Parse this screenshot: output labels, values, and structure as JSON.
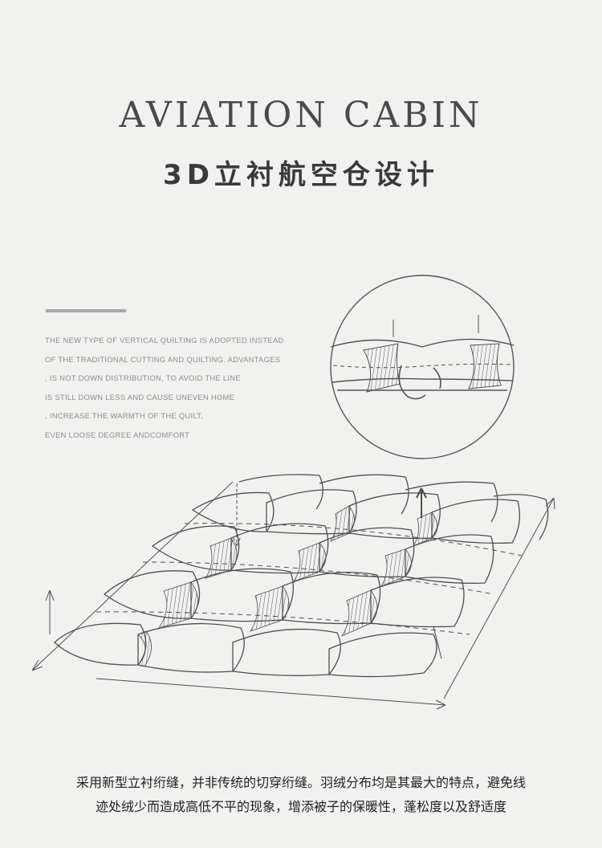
{
  "header": {
    "title_en": "AVIATION CABIN",
    "title_cn": "3D立衬航空仓设计"
  },
  "description": {
    "lines": [
      "THE NEW TYPE OF VERTICAL QUILTING IS ADOPTED INSTEAD",
      "OF THE TRADITIONAL CUTTING AND QUILTING. ADVANTAGES",
      ", IS NOT DOWN DISTRIBUTION, TO AVOID THE LINE",
      "IS STILL DOWN LESS AND CAUSE UNEVEN HOME",
      ", INCREASE THE WARMTH OF THE QUILT,",
      "EVEN LOOSE DEGREE ANDCOMFORT"
    ]
  },
  "caption": {
    "line1": "采用新型立衬绗缝，并非传统的切穿绗缝。羽绒分布均是其最大的特点，避免线",
    "line2": "迹处绒少而造成高低不平的现象，增添被子的保暖性，蓬松度以及舒适度"
  }
}
